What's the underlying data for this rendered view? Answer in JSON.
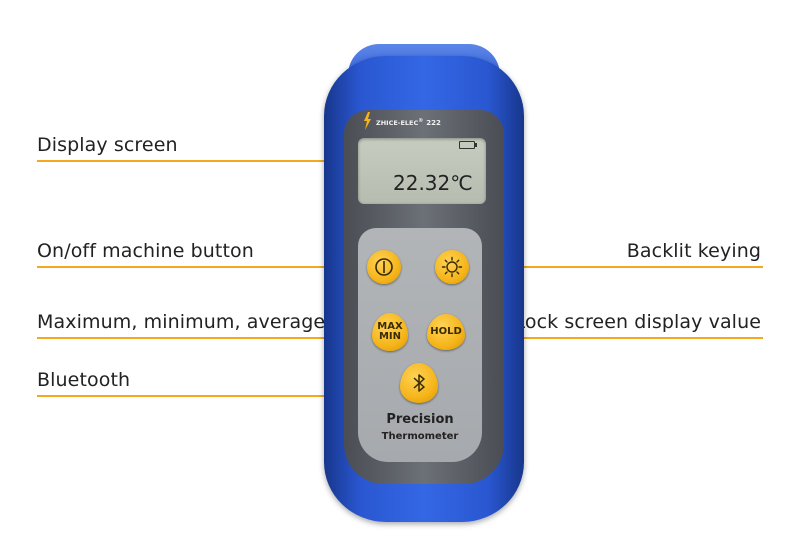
{
  "labels": {
    "display_screen": "Display screen",
    "on_off": "On/off machine button",
    "max_min_avg": "Maximum, minimum, average",
    "bluetooth": "Bluetooth",
    "backlit": "Backlit keying",
    "lock_screen": "Lock screen display value"
  },
  "device": {
    "brand": "ZHICE-ELEC",
    "brand_sup": "®",
    "model": "222",
    "reading": "22.32℃",
    "buttons": {
      "max": "MAX",
      "min": "MIN",
      "hold": "HOLD"
    },
    "title_line1": "Precision",
    "title_line2": "Thermometer"
  },
  "colors": {
    "callout_line": "#f3a81d",
    "bumper": "#2f5fd6",
    "button": "#f5b51a"
  },
  "icons": {
    "power": "power-icon",
    "backlight": "sun-icon",
    "bluetooth": "bluetooth-icon"
  }
}
